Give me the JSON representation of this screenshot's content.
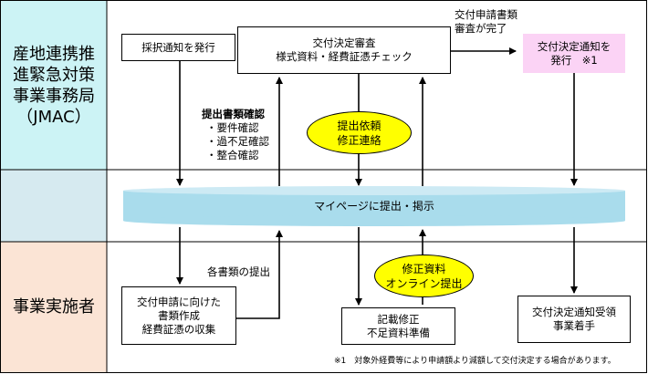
{
  "lanes": [
    {
      "id": "jmac",
      "label": "産地連携推\n進緊急対策\n事業事務局\n（JMAC）",
      "color": "#ccf3f5"
    },
    {
      "id": "mypage",
      "label": "",
      "color": "#d6eaf0"
    },
    {
      "id": "operator",
      "label": "事業実施者",
      "color": "#fbe4d5"
    }
  ],
  "boxes": {
    "notice": "採択通知を発行",
    "review": "交付決定審査\n様式資料・経費証憑チェック",
    "decision": "交付決定通知を\n発行　※1",
    "prepare": "交付申請に向けた\n書類作成\n経費証憑の収集",
    "fix": "記載修正\n不足資料準備",
    "start": "交付決定通知受領\n事業着手"
  },
  "bubbles": {
    "request": "提出依頼\n修正連絡",
    "online": "修正資料\nオンライン提出"
  },
  "cylinder": {
    "label": "マイページに提出・掲示",
    "color": "#a9dcec"
  },
  "annotations": {
    "review_done": "交付申請書類\n審査が完了",
    "check_title": "提出書類確認",
    "check_items": "・要件確認\n・過不足確認\n・整合確認",
    "submit_docs": "各書類の提出"
  },
  "footnote": "※1　対象外経費等により申請額より減額して交付決定する場合があります。",
  "colors": {
    "decision_fill": "#fbd3f5",
    "bubble_fill": "#ffff00"
  }
}
